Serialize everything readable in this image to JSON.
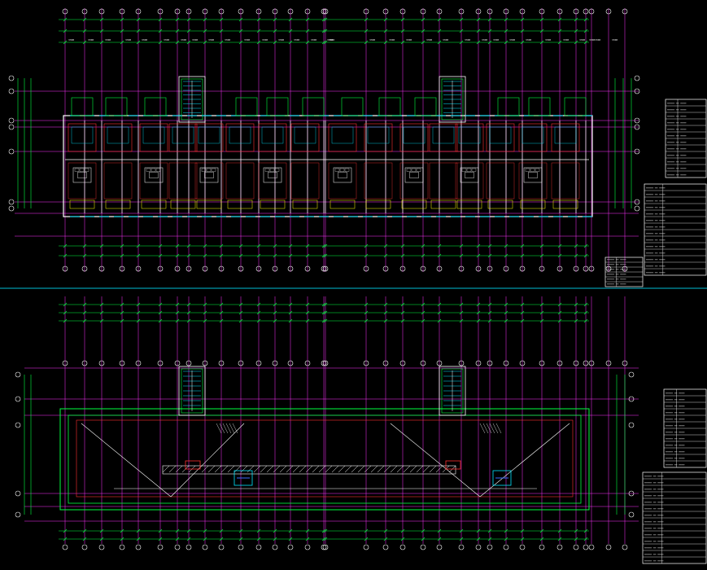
{
  "drawing": {
    "background": "#000000",
    "colors": {
      "wall": "#ffffff",
      "dimension": "#00ff40",
      "axis": "#ff33ff",
      "red": "#ff3030",
      "cyan": "#00e5ff",
      "yellow": "#ffff00",
      "blue": "#3c6cff",
      "divider": "#00bcd4",
      "text": "#e8e8e8"
    },
    "plans": [
      {
        "id": "typical-floor-plan",
        "title": "",
        "axis_count": 34,
        "stair_cores": 2
      },
      {
        "id": "roof-plan",
        "title": "",
        "axis_count": 34,
        "stair_cores": 2
      }
    ],
    "side_tables": [
      {
        "id": "door-window-schedule-top",
        "rows": 12
      },
      {
        "id": "design-notes-top",
        "rows": 14
      },
      {
        "id": "material-legend-top",
        "rows": 6
      },
      {
        "id": "door-window-schedule-bottom",
        "rows": 12
      },
      {
        "id": "design-notes-bottom",
        "rows": 14
      }
    ],
    "icons": {
      "stair": "stair-hatch-icon",
      "axis_bubble": "axis-bubble-icon",
      "furniture": "furniture-block-icon"
    }
  }
}
